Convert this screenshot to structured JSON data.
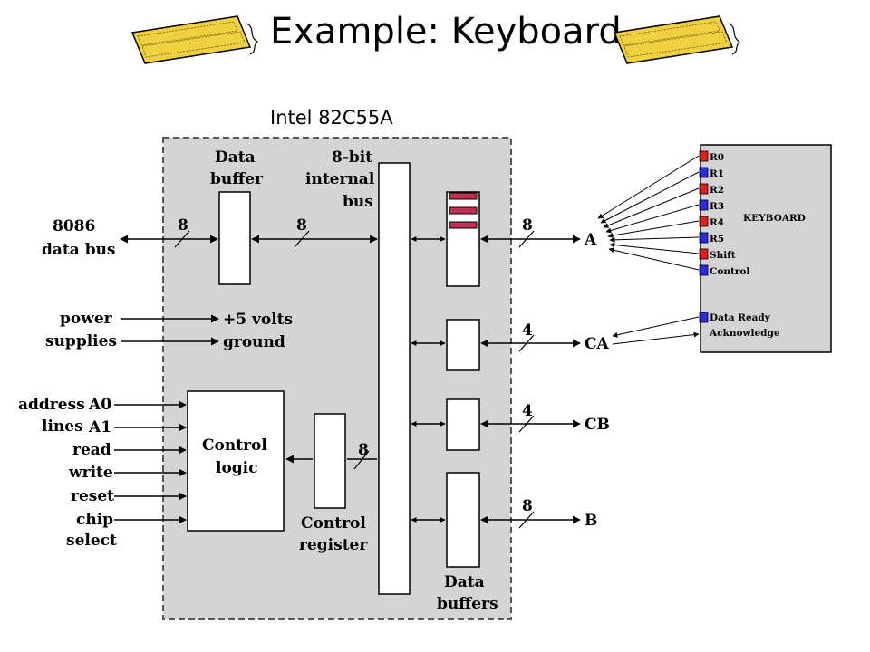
{
  "slide": {
    "title": "Example: Keyboard"
  },
  "chip": {
    "label": "Intel 82C55A"
  },
  "diagram": {
    "data_bus": {
      "line1": "8086",
      "line2": "data bus",
      "width_left": "8",
      "width_right": "8"
    },
    "data_buffer": {
      "line1": "Data",
      "line2": "buffer"
    },
    "internal_bus": {
      "line1": "8-bit",
      "line2": "internal",
      "line3": "bus"
    },
    "power": {
      "line1": "power",
      "line2": "supplies",
      "plus5": "+5 volts",
      "ground": "ground"
    },
    "signals": {
      "address": "address",
      "lines": "lines",
      "a0": "A0",
      "a1": "A1",
      "read": "read",
      "write": "write",
      "reset": "reset",
      "chip": "chip",
      "select": "select"
    },
    "control_logic": {
      "line1": "Control",
      "line2": "logic"
    },
    "control_register": {
      "line1": "Control",
      "line2": "register",
      "width": "8"
    },
    "data_buffers": {
      "line1": "Data",
      "line2": "buffers"
    },
    "ports": [
      {
        "name": "A",
        "width": "8"
      },
      {
        "name": "CA",
        "width": "4"
      },
      {
        "name": "CB",
        "width": "4"
      },
      {
        "name": "B",
        "width": "8"
      }
    ]
  },
  "keyboard": {
    "label": "KEYBOARD",
    "pins": [
      "R0",
      "R1",
      "R2",
      "R3",
      "R4",
      "R5",
      "Shift",
      "Control"
    ],
    "data_ready": "Data Ready",
    "acknowledge": "Acknowledge"
  },
  "colors": {
    "pin_red": "#e02020",
    "pin_blue": "#2b2be0",
    "chip_bg": "#d4d4d4",
    "keyboard_bg": "#d4d4d4",
    "keyboard_icon": "#f0d040"
  }
}
